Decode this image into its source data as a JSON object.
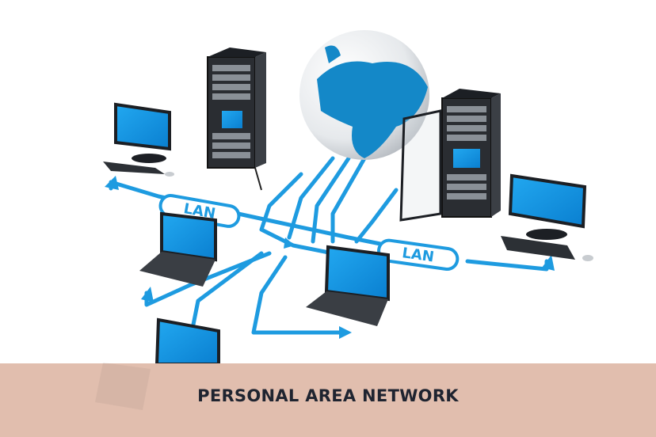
{
  "caption": {
    "title": "PERSONAL AREA NETWORK"
  },
  "illustration": {
    "labels": {
      "lan_left": "LAN",
      "lan_right": "LAN"
    },
    "elements": [
      "globe",
      "server-rack-left",
      "server-rack-right",
      "desktop-left",
      "desktop-right",
      "laptop-1",
      "laptop-2",
      "laptop-3"
    ],
    "colors": {
      "accent_blue": "#1e9be0",
      "screen_blue": "#0a8fe6",
      "dark": "#1c1f24",
      "banner": "#e1beae",
      "caption_text": "#1f2430"
    }
  }
}
